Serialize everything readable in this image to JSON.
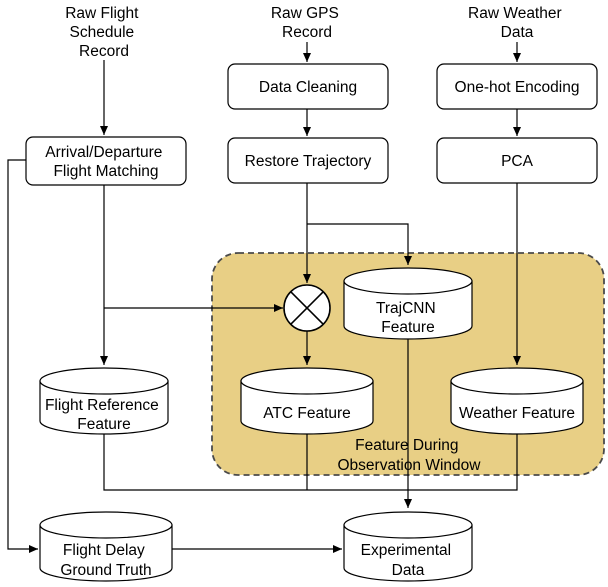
{
  "sources": {
    "flight": [
      "Raw Flight",
      "Schedule",
      "Record"
    ],
    "gps": [
      "Raw GPS",
      "Record"
    ],
    "weather": [
      "Raw Weather",
      "Data"
    ]
  },
  "processes": {
    "data_cleaning": "Data Cleaning",
    "one_hot": "One-hot Encoding",
    "arrival_departure": [
      "Arrival/Departure",
      "Flight Matching"
    ],
    "restore_trajectory": "Restore Trajectory",
    "pca": "PCA"
  },
  "features": {
    "trajcnn": [
      "TrajCNN",
      "Feature"
    ],
    "flight_reference": [
      "Flight Reference",
      "Feature"
    ],
    "atc": "ATC Feature",
    "weather": "Weather Feature",
    "flight_delay": [
      "Flight Delay",
      "Ground Truth"
    ],
    "experimental": [
      "Experimental",
      "Data"
    ]
  },
  "region": {
    "label": [
      "Feature During",
      "Observation Window"
    ],
    "fill": "#e8cf85",
    "border": "#4a4a4a"
  }
}
